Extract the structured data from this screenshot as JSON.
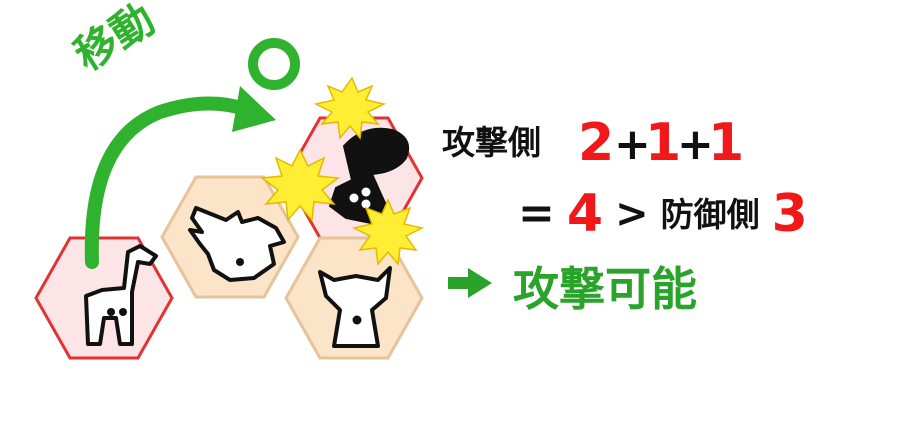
{
  "move_label": "移動",
  "attack_side": {
    "label": "攻撃側",
    "terms": [
      "2",
      "+",
      "1",
      "+",
      "1"
    ]
  },
  "comparison": {
    "equals": "=",
    "total": "4",
    "greater": ">",
    "defense_label": "防御側",
    "defense_value": "3"
  },
  "result": {
    "label": "攻撃可能"
  },
  "pieces": [
    {
      "name": "giraffe",
      "dots": 2,
      "tile": "red"
    },
    {
      "name": "phoenix",
      "dots": 1,
      "tile": "beige"
    },
    {
      "name": "black-piece",
      "dots": 3,
      "tile": "red"
    },
    {
      "name": "white-cat",
      "dots": 1,
      "tile": "beige"
    }
  ],
  "colors": {
    "red_tile_fill": "#fde4e6",
    "red_tile_border": "#e23333",
    "beige_tile_fill": "#fbe4c7",
    "beige_tile_border": "#e6c39a",
    "arrow_green": "#2fb32f",
    "number_red": "#f01818",
    "result_green": "#2aa32a",
    "burst_yellow": "#ffee33"
  }
}
